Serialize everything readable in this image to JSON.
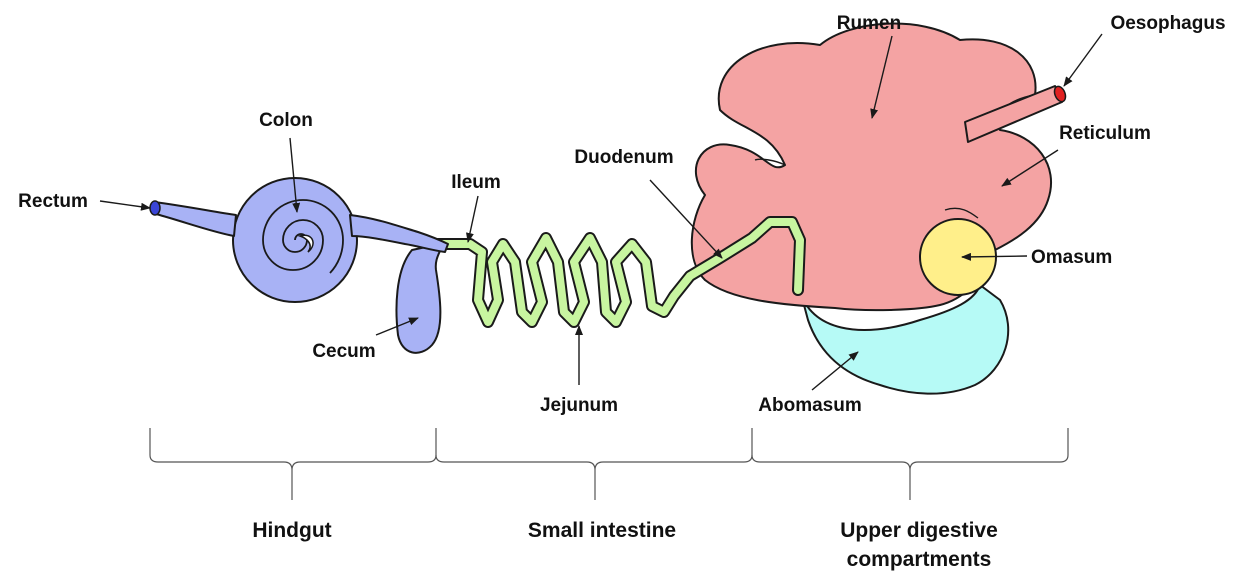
{
  "labels": {
    "rumen": "Rumen",
    "oesophagus": "Oesophagus",
    "reticulum": "Reticulum",
    "omasum": "Omasum",
    "abomasum": "Abomasum",
    "duodenum": "Duodenum",
    "jejunum": "Jejunum",
    "ileum": "Ileum",
    "colon": "Colon",
    "rectum": "Rectum",
    "cecum": "Cecum"
  },
  "groups": {
    "hindgut": "Hindgut",
    "small_intestine": "Small intestine",
    "upper_line1": "Upper digestive",
    "upper_line2": "compartments"
  },
  "colors": {
    "rumen_reticulum": "#F4A3A3",
    "omasum": "#FFEF8A",
    "abomasum": "#B6FAF6",
    "small_intestine": "#C8F5A0",
    "hindgut": "#A8B2F5",
    "rectum_tip": "#3A45D6",
    "oesophagus_tip": "#E02020"
  }
}
